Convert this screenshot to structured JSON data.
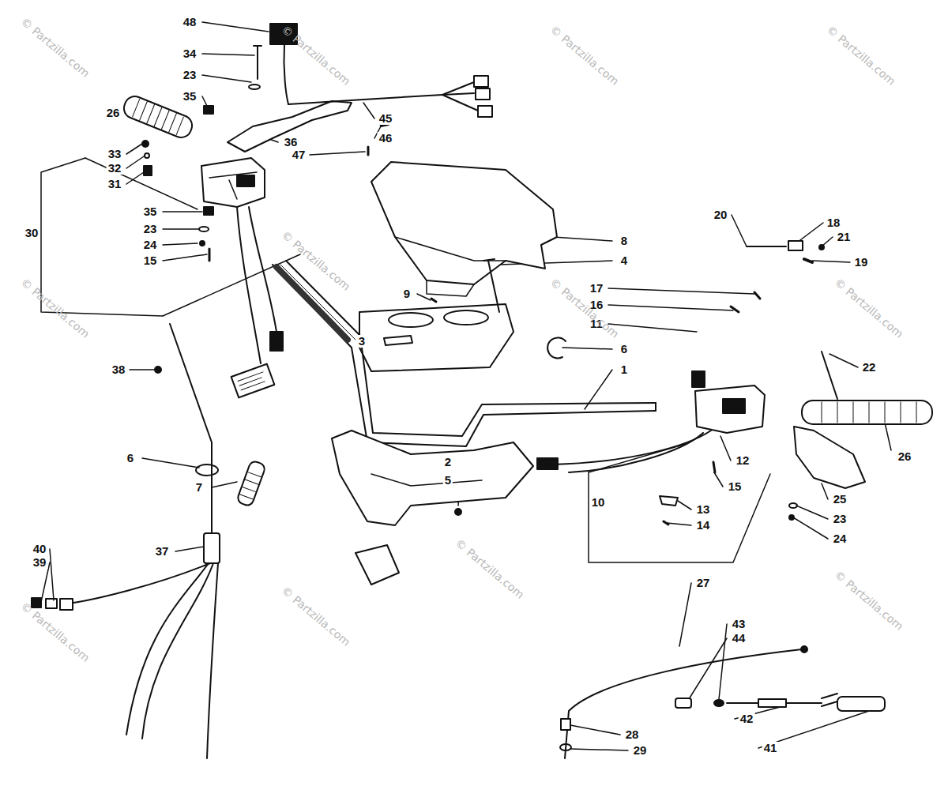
{
  "diagram": {
    "labels": [
      "48",
      "34",
      "23",
      "35",
      "26",
      "45",
      "36",
      "46",
      "47",
      "33",
      "32",
      "31",
      "30",
      "35",
      "23",
      "24",
      "15",
      "20",
      "18",
      "21",
      "8",
      "4",
      "19",
      "17",
      "9",
      "16",
      "11",
      "6",
      "3",
      "22",
      "38",
      "1",
      "26",
      "6",
      "12",
      "7",
      "2",
      "15",
      "25",
      "10",
      "5",
      "13",
      "23",
      "14",
      "24",
      "40",
      "39",
      "37",
      "27",
      "43",
      "44",
      "42",
      "28",
      "41",
      "29",
      "© Partzilla.com",
      "© Partzilla.com",
      "© Partzilla.com",
      "© Partzilla.com",
      "© Partzilla.com",
      "© Partzilla.com",
      "© Partzilla.com",
      "© Partzilla.com",
      "© Partzilla.com",
      "© Partzilla.com",
      "© Partzilla.com",
      "© Partzilla.com"
    ]
  }
}
